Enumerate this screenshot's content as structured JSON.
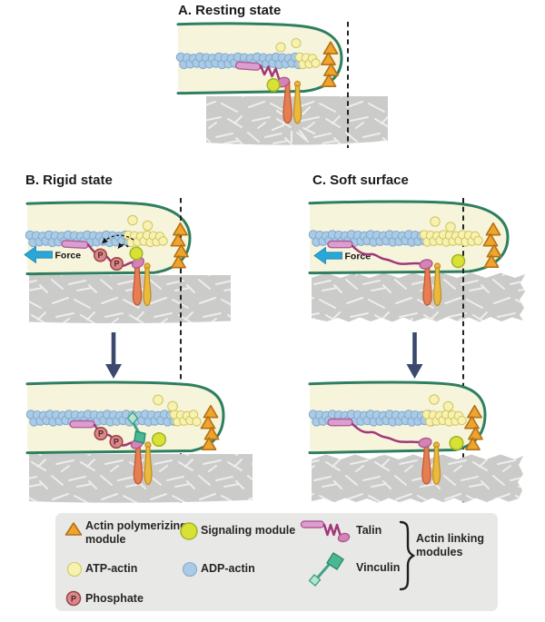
{
  "panels": {
    "a": {
      "title": "A. Resting state"
    },
    "b": {
      "title": "B. Rigid state"
    },
    "c": {
      "title": "C. Soft surface"
    }
  },
  "labels": {
    "force": "Force",
    "phosphate_symbol": "P"
  },
  "legend": {
    "items": [
      {
        "id": "actin-polymerizing-module",
        "label": "Actin polymerizing module"
      },
      {
        "id": "signaling-module",
        "label": "Signaling module"
      },
      {
        "id": "atp-actin",
        "label": "ATP-actin"
      },
      {
        "id": "adp-actin",
        "label": "ADP-actin"
      },
      {
        "id": "phosphate",
        "label": "Phosphate"
      },
      {
        "id": "talin",
        "label": "Talin"
      },
      {
        "id": "vinculin",
        "label": "Vinculin"
      }
    ],
    "group_label": "Actin linking modules"
  },
  "colors": {
    "membrane": "#2e7f5f",
    "cytoplasm": "#f7f4dc",
    "substrate": "#cbcbca",
    "polymerizing_module": "#f0a42c",
    "signaling_module": "#d7e234",
    "atp_actin": "#f7f2b0",
    "adp_actin": "#abcbe5",
    "phosphate": "#d8898b",
    "talin_rod": "#dc9ece",
    "talin_line": "#a03878",
    "vinculin": "#4cb795",
    "integrin_orange": "#e57e52",
    "integrin_yellow": "#ecb93f",
    "force_arrow": "#2ba6d9",
    "transition_arrow": "#3b4a6c",
    "legend_bg": "#e8e8e7",
    "dashed_line": "#222222"
  }
}
